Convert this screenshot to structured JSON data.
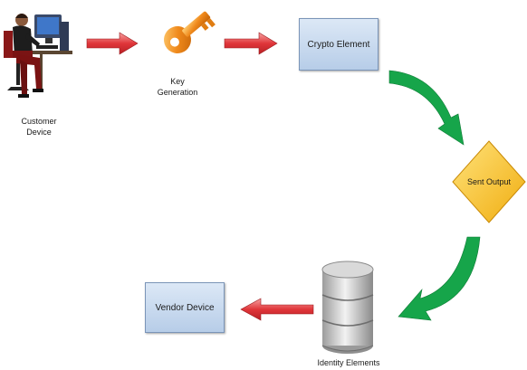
{
  "nodes": {
    "customer": {
      "line1": "Customer",
      "line2": "Device"
    },
    "key": {
      "line1": "Key",
      "line2": "Generation"
    },
    "crypto": {
      "label": "Crypto Element"
    },
    "sent": {
      "label": "Sent Output"
    },
    "identity": {
      "label": "Identity Elements"
    },
    "vendor": {
      "label": "Vendor Device"
    }
  },
  "colors": {
    "box_fill_top": "#dce8f6",
    "box_fill_bottom": "#b7cde8",
    "red_arrow": "#e0363a",
    "green_arrow": "#16a54a",
    "decision_fill": "#f7c11c",
    "key_color": "#f08a1c"
  },
  "icons": {
    "customer": "person-at-computer-icon",
    "key": "key-icon",
    "identity": "database-icon"
  }
}
